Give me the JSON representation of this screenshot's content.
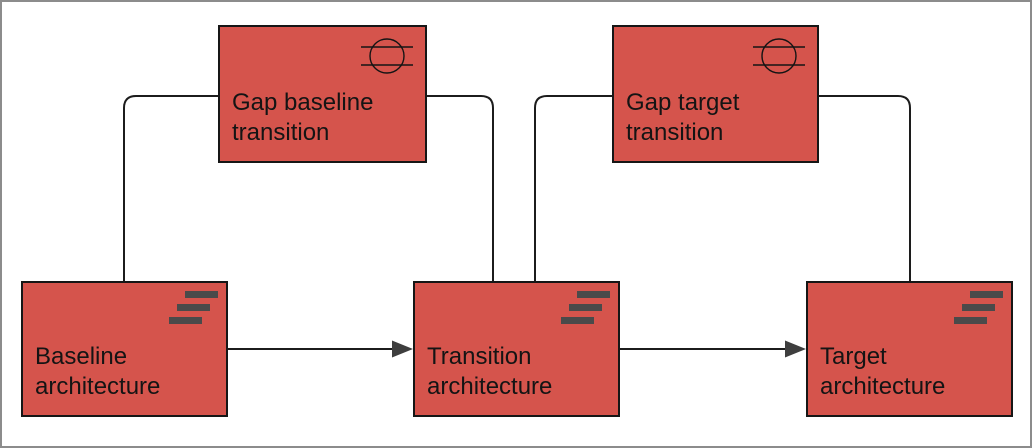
{
  "theme": {
    "canvas_bg": "#ffffff",
    "frame_color": "#8c8c8c",
    "node_fill": "#d5544c",
    "node_stroke": "#161616",
    "label_color": "#141414",
    "icon_color": "#4a4a4a",
    "icon_stroke": "#141414",
    "connector_color": "#1c1c1c",
    "arrowhead_color": "#3e3e3e"
  },
  "nodes": [
    {
      "id": "gap-baseline-transition",
      "label": "Gap baseline transition",
      "type": "gap",
      "icon": "gap-icon"
    },
    {
      "id": "gap-target-transition",
      "label": "Gap target transition",
      "type": "gap",
      "icon": "gap-icon"
    },
    {
      "id": "baseline-architecture",
      "label": "Baseline architecture",
      "type": "plateau",
      "icon": "plateau-icon"
    },
    {
      "id": "transition-architecture",
      "label": "Transition architecture",
      "type": "plateau",
      "icon": "plateau-icon"
    },
    {
      "id": "target-architecture",
      "label": "Target architecture",
      "type": "plateau",
      "icon": "plateau-icon"
    }
  ],
  "connectors": [
    {
      "from": "gap-baseline-transition",
      "to": "baseline-architecture",
      "style": "elbow",
      "arrowhead": "none"
    },
    {
      "from": "gap-baseline-transition",
      "to": "transition-architecture",
      "style": "elbow",
      "arrowhead": "none"
    },
    {
      "from": "gap-target-transition",
      "to": "transition-architecture",
      "style": "elbow",
      "arrowhead": "none"
    },
    {
      "from": "gap-target-transition",
      "to": "target-architecture",
      "style": "elbow",
      "arrowhead": "none"
    },
    {
      "from": "baseline-architecture",
      "to": "transition-architecture",
      "style": "straight",
      "arrowhead": "solid-triangle"
    },
    {
      "from": "transition-architecture",
      "to": "target-architecture",
      "style": "straight",
      "arrowhead": "solid-triangle"
    }
  ]
}
